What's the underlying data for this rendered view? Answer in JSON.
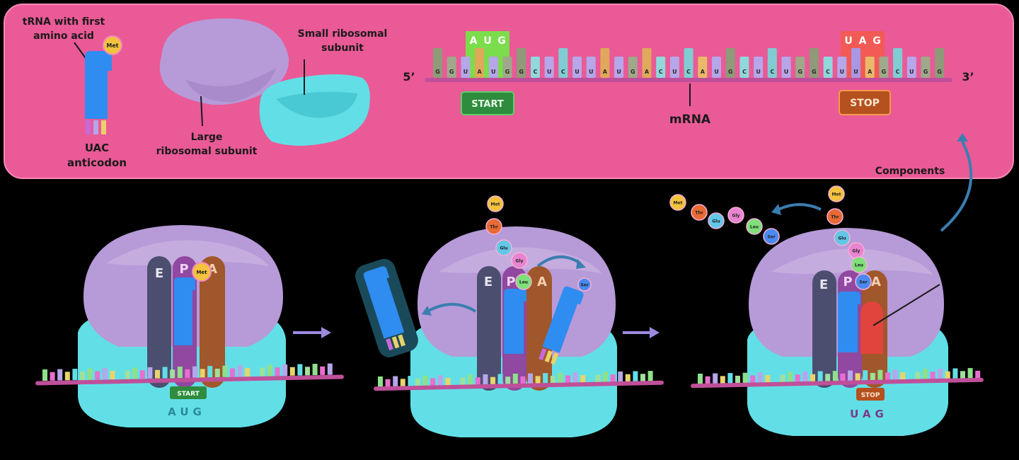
{
  "labels": {
    "trna_line1": "tRNA with first",
    "trna_line2": "amino acid",
    "met": "Met",
    "uac_line1": "UAC",
    "uac_line2": "anticodon",
    "large_line1": "Large",
    "large_line2": "ribosomal subunit",
    "small_line1": "Small ribosomal",
    "small_line2": "subunit",
    "five_prime": "5’",
    "three_prime": "3’",
    "mrna": "mRNA",
    "start": "START",
    "stop": "STOP",
    "components": "Components",
    "site_e": "E",
    "site_p": "P",
    "site_a": "A",
    "aug": "AUG",
    "uag": "UAG"
  },
  "codons": {
    "start_codon": [
      "A",
      "U",
      "G"
    ],
    "stop_codon": [
      "U",
      "A",
      "G"
    ]
  },
  "mrna_sequence": [
    "G",
    "G",
    "U",
    "A",
    "U",
    "G",
    "G",
    "C",
    "U",
    "C",
    "U",
    "U",
    "A",
    "U",
    "G",
    "A",
    "C",
    "U",
    "C",
    "A",
    "U",
    "G",
    "C",
    "U",
    "C",
    "U",
    "G",
    "G",
    "C",
    "U",
    "U",
    "A",
    "G",
    "C",
    "U",
    "G",
    "G"
  ],
  "amino_acids": [
    "Met",
    "Thr",
    "Glu",
    "Gly",
    "Leu",
    "Ser"
  ],
  "colors": {
    "panel_bg": "#ea5a96",
    "panel_border": "#f48ab8",
    "background": "#000000",
    "trna": "#2f8cf0",
    "large_subunit": "#b79ad8",
    "small_subunit": "#62dfe6",
    "mrna_strand": "#c04f9a",
    "start_green": "#3aa64a",
    "stop_orange": "#d8632c",
    "aug_highlight": "#7bdc4c",
    "uag_highlight": "#f25a56",
    "e_site": "#4c4e70",
    "p_site": "#9048a0",
    "a_site": "#a0572b",
    "release_factor": "#e0443c",
    "arrow": "#3a7eb0",
    "step_arrow": "#9d8ae0"
  }
}
